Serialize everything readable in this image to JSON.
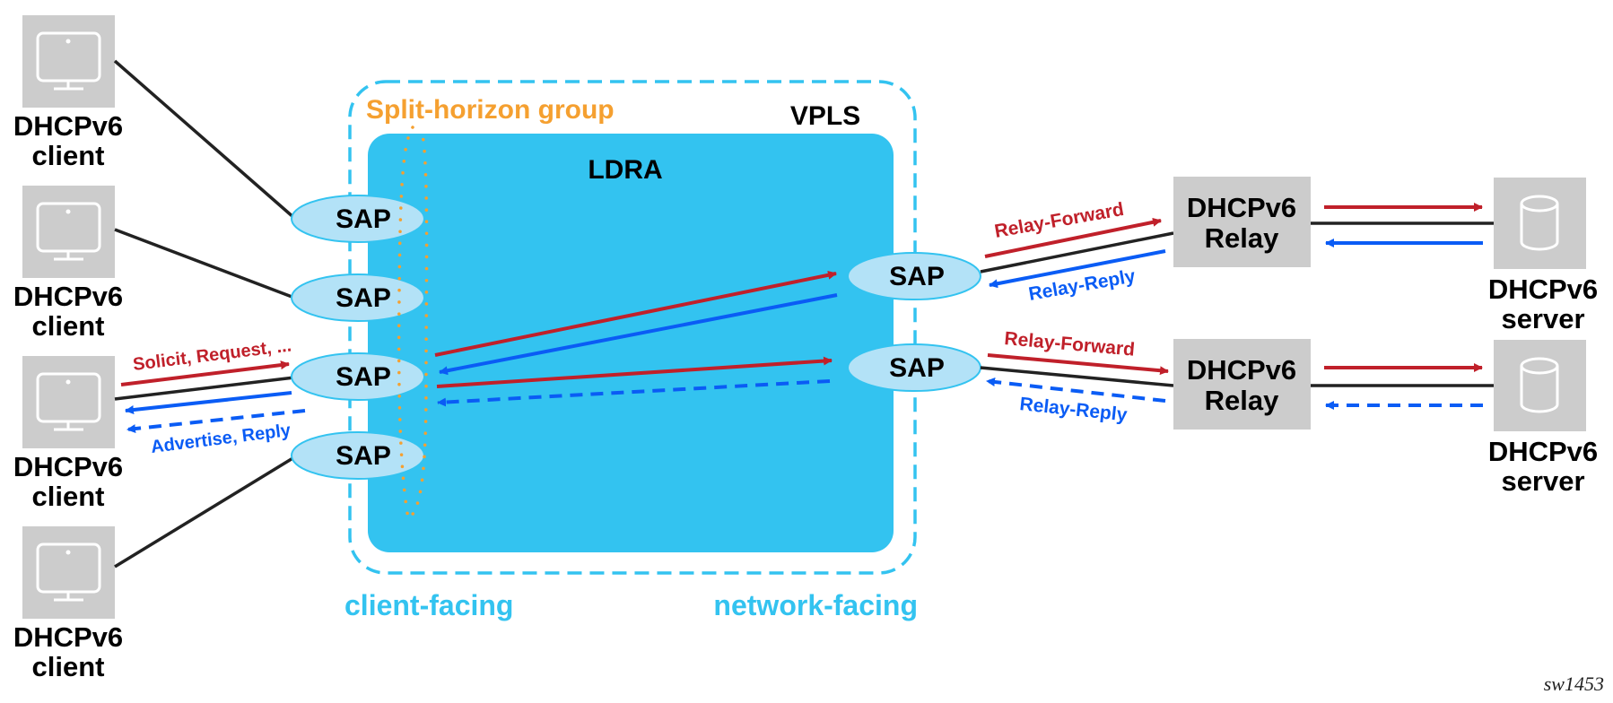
{
  "colors": {
    "device_gray": "#cccccc",
    "ldra_fill": "#33c3f0",
    "vpls_border": "#33c3f0",
    "sap_fill": "#b3e2f7",
    "sap_border": "#33c3f0",
    "request_red": "#c0202a",
    "reply_blue": "#0a5cf5",
    "link_black": "#222222",
    "split_horizon_orange": "#f5a030",
    "facing_label": "#33c3f0"
  },
  "clients": [
    {
      "name": "DHCPv6",
      "role": "client"
    },
    {
      "name": "DHCPv6",
      "role": "client"
    },
    {
      "name": "DHCPv6",
      "role": "client"
    },
    {
      "name": "DHCPv6",
      "role": "client"
    }
  ],
  "vpls": {
    "label": "VPLS"
  },
  "ldra": {
    "label": "LDRA"
  },
  "split_horizon": {
    "label": "Split-horizon group"
  },
  "client_saps": [
    "SAP",
    "SAP",
    "SAP",
    "SAP"
  ],
  "network_saps": [
    "SAP",
    "SAP"
  ],
  "relays": [
    {
      "line1": "DHCPv6",
      "line2": "Relay"
    },
    {
      "line1": "DHCPv6",
      "line2": "Relay"
    }
  ],
  "servers": [
    {
      "name": "DHCPv6",
      "role": "server"
    },
    {
      "name": "DHCPv6",
      "role": "server"
    }
  ],
  "messages": {
    "client_request": "Solicit, Request, ...",
    "client_reply": "Advertise, Reply",
    "relay_forward_1": "Relay-Forward",
    "relay_reply_1": "Relay-Reply",
    "relay_forward_2": "Relay-Forward",
    "relay_reply_2": "Relay-Reply"
  },
  "facing": {
    "client": "client-facing",
    "network": "network-facing"
  },
  "figure_id": "sw1453"
}
